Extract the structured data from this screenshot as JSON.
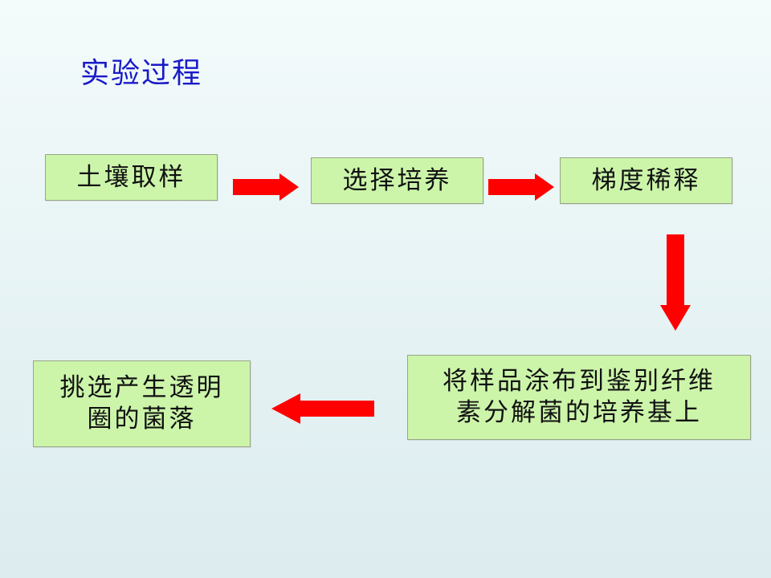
{
  "title": "实验过程",
  "steps": {
    "s1": "土壤取样",
    "s2": "选择培养",
    "s3": "梯度稀释",
    "s4_line1": "将样品涂布到鉴别纤维",
    "s4_line2": "素分解菌的培养基上",
    "s5_line1": "挑选产生透明",
    "s5_line2": "圈的菌落"
  },
  "colors": {
    "arrow": "#ff0000",
    "box_fill": "#ccf5aa",
    "title": "#1a1ac8"
  }
}
